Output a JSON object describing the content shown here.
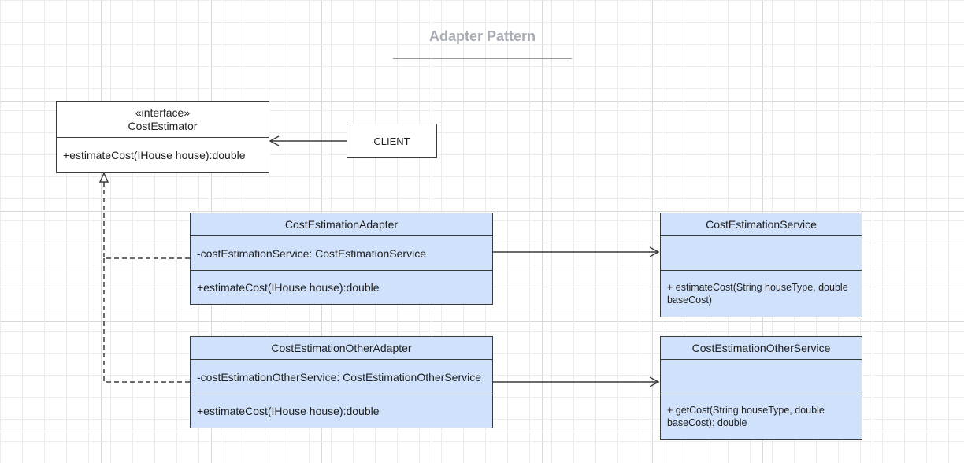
{
  "diagram": {
    "title": "Adapter Pattern",
    "client": {
      "label": "CLIENT"
    },
    "cost_estimator": {
      "stereotype": "«interface»",
      "name": "CostEstimator",
      "method": "+estimateCost(IHouse house):double"
    },
    "adapter": {
      "name": "CostEstimationAdapter",
      "attribute": "-costEstimationService: CostEstimationService",
      "method": "+estimateCost(IHouse house):double"
    },
    "other_adapter": {
      "name": "CostEstimationOtherAdapter",
      "attribute": "-costEstimationOtherService: CostEstimationOtherService",
      "method": "+estimateCost(IHouse house):double"
    },
    "service": {
      "name": "CostEstimationService",
      "attribute": "",
      "method": "+ estimateCost(String houseType, double baseCost)"
    },
    "other_service": {
      "name": "CostEstimationOtherService",
      "attribute": "",
      "method": "+ getCost(String houseType, double baseCost): double"
    }
  },
  "colors": {
    "class_fill": "#cfe1fb",
    "interface_fill": "#ffffff",
    "line": "#3a3a3a",
    "title": "#a8adb5"
  }
}
